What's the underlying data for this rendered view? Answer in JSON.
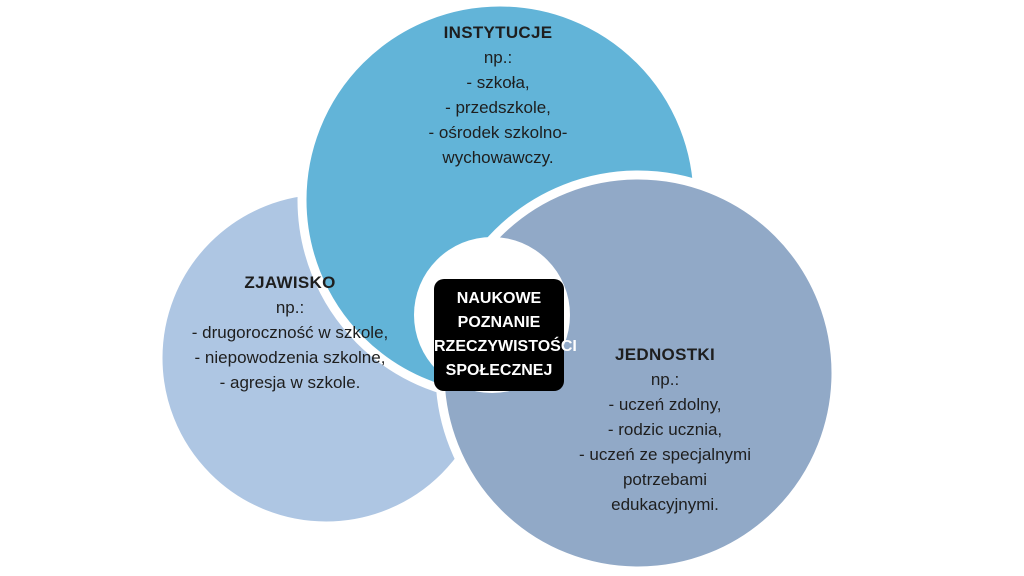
{
  "colors": {
    "institutions": "#62b4d8",
    "phenomenon": "#aec6e3",
    "individuals": "#91a9c7",
    "gap": "#ffffff",
    "center_bg": "#000000",
    "center_text": "#ffffff"
  },
  "center": {
    "lines": [
      "NAUKOWE",
      "POZNANIE",
      "RZECZYWISTOŚCI",
      "SPOŁECZNEJ"
    ]
  },
  "institutions": {
    "title": "INSTYTUCJE",
    "lines": [
      "np.:",
      "- szkoła,",
      "- przedszkole,",
      "- ośrodek szkolno-",
      "wychowawczy."
    ]
  },
  "phenomenon": {
    "title": "ZJAWISKO",
    "lines": [
      "np.:",
      "- drugoroczność w szkole,",
      "- niepowodzenia szkolne,",
      "- agresja w szkole."
    ]
  },
  "individuals": {
    "title": "JEDNOSTKI",
    "lines": [
      "np.:",
      "- uczeń zdolny,",
      "- rodzic ucznia,",
      "- uczeń ze specjalnymi",
      "potrzebami",
      "edukacyjnymi."
    ]
  }
}
